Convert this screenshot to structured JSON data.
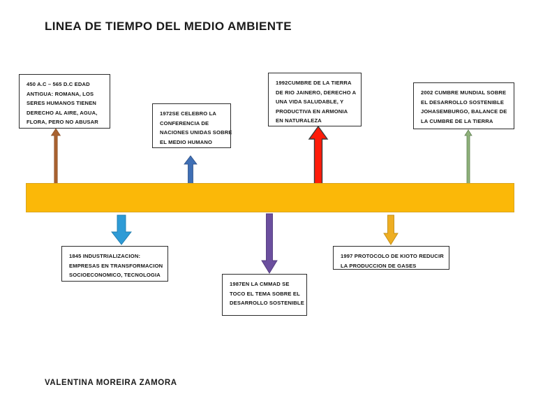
{
  "page": {
    "title": "LINEA DE TIEMPO DEL MEDIO AMBIENTE",
    "author": "VALENTINA MOREIRA ZAMORA",
    "background": "#ffffff"
  },
  "timeline": {
    "bar_color": "#FBB808",
    "bar_border_color": "#d9a520"
  },
  "events": [
    {
      "id": "edad-antigua",
      "year": "450 A.C – 565 D.C",
      "position": "above",
      "lines": [
        "450 A.C – 565 D.C EDAD",
        "ANTIGUA: ROMANA, LOS",
        "SERES HUMANOS TIENEN",
        "DERECHO AL AIRE, AGUA,",
        "FLORA, PERO NO ABUSAR"
      ],
      "text": "450 A.C – 565 D.C EDAD ANTIGUA: ROMANA, LOS SERES HUMANOS TIENEN DERECHO AL AIRE, AGUA, FLORA, PERO NO ABUSAR",
      "arrow_color": "#A9622F",
      "arrow_direction": "up"
    },
    {
      "id": "industrializacion-1845",
      "year": "1845",
      "position": "below",
      "lines": [
        "1845  INDUSTRIALIZACION:",
        "EMPRESAS EN TRANSFORMACION",
        "SOCIOECONOMICO, TECNOLOGIA"
      ],
      "text": "1845 INDUSTRIALIZACION: EMPRESAS EN TRANSFORMACION SOCIOECONOMICO, TECNOLOGIA",
      "arrow_color": "#2E9BD6",
      "arrow_direction": "down"
    },
    {
      "id": "conferencia-1972",
      "year": "1972",
      "position": "above",
      "lines": [
        "1972SE CELEBRO LA",
        "CONFERENCIA DE",
        "NACIONES UNIDAS SOBRE",
        "EL MEDIO HUMANO"
      ],
      "text": "1972 SE CELEBRO LA CONFERENCIA DE NACIONES UNIDAS SOBRE EL MEDIO HUMANO",
      "arrow_color": "#3F6FB5",
      "arrow_direction": "up"
    },
    {
      "id": "cmmad-1987",
      "year": "1987",
      "position": "below",
      "lines": [
        "1987EN LA CMMAD SE",
        "TOCO EL TEMA SOBRE EL",
        "DESARROLLO SOSTENIBLE"
      ],
      "text": "1987 EN LA CMMAD SE TOCO EL TEMA SOBRE EL DESARROLLO SOSTENIBLE",
      "arrow_color": "#6B4F9E",
      "arrow_direction": "down"
    },
    {
      "id": "cumbre-tierra-1992",
      "year": "1992",
      "position": "above",
      "lines": [
        "1992CUMBRE DE LA TIERRA",
        "DE RIO JAINERO, DERECHO A",
        "UNA VIDA SALUDABLE, Y",
        "PRODUCTIVA EN ARMONIA",
        "EN NATURALEZA"
      ],
      "text": "1992 CUMBRE DE LA TIERRA DE RIO JAINERO, DERECHO A UNA VIDA SALUDABLE, Y PRODUCTIVA EN ARMONIA EN NATURALEZA",
      "arrow_color": "#FF1C0A",
      "arrow_direction": "up"
    },
    {
      "id": "kioto-1997",
      "year": "1997",
      "position": "below",
      "lines": [
        "1997  PROTOCOLO DE KIOTO REDUCIR",
        "LA PRODUCCION DE GASES"
      ],
      "text": "1997 PROTOCOLO DE KIOTO REDUCIR LA PRODUCCION DE GASES",
      "arrow_color": "#EEAE22",
      "arrow_direction": "down"
    },
    {
      "id": "johasemburgo-2002",
      "year": "2002",
      "position": "above",
      "lines": [
        "2002 CUMBRE MUNDIAL SOBRE",
        "EL DESARROLLO SOSTENIBLE",
        "JOHASEMBURGO, BALANCE DE",
        "LA CUMBRE DE LA TIERRA"
      ],
      "text": "2002 CUMBRE MUNDIAL SOBRE EL DESARROLLO SOSTENIBLE JOHASEMBURGO, BALANCE DE LA CUMBRE DE LA TIERRA",
      "arrow_color": "#7FA86B",
      "arrow_direction": "up"
    }
  ]
}
